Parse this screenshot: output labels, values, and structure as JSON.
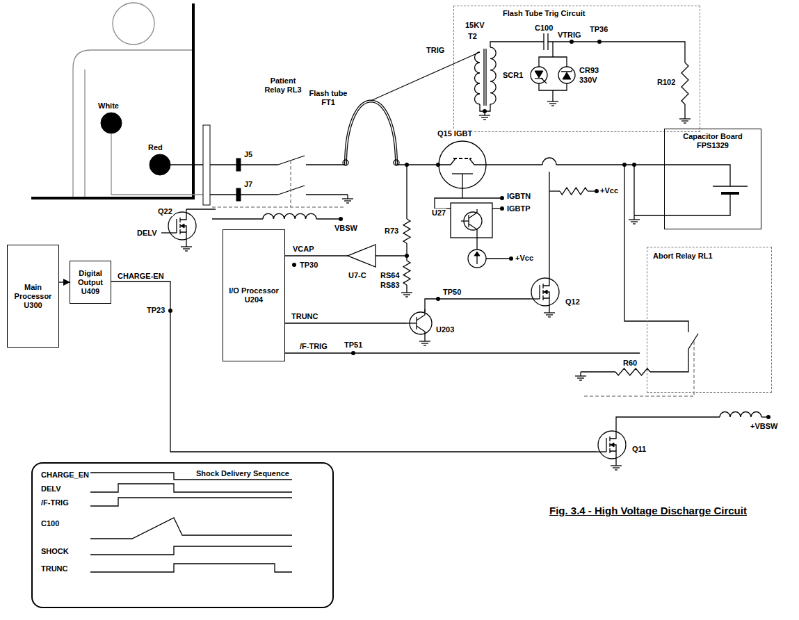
{
  "diagram": {
    "caption": "Fig. 3.4 - High Voltage Discharge Circuit",
    "nodes": [
      {
        "text": [
          "Flash Tube Trig Circuit"
        ]
      },
      {
        "text": [
          "Capacitor Board FPS1329"
        ]
      },
      {
        "text": [
          "Main Processor U300"
        ]
      },
      {
        "text": [
          "Digital Output U409"
        ]
      },
      {
        "text": [
          "I/O Processor U204"
        ]
      },
      {
        "text": [
          "Abort Relay RL1"
        ]
      },
      {
        "text": [
          "Shock Delivery Sequence",
          "CHARGE_EN",
          "DELV",
          "/F-TRIG",
          "C100",
          "SHOCK",
          "TRUNC"
        ]
      }
    ],
    "edges": [
      {
        "from": 2,
        "to": 3,
        "arrow": "to"
      }
    ],
    "labels": [
      "White",
      "Red",
      "J5",
      "J7",
      "Patient Relay RL3",
      "VBSW",
      "Flash tube FT1",
      "TRIG",
      "15KV",
      "T2",
      "C100",
      "VTRIG",
      "TP36",
      "SCR1",
      "CR93",
      "330V",
      "R102",
      "Q15 IGBT",
      "IGBTN",
      "IGBTP",
      "U27",
      "+Vcc",
      "+Vcc",
      "Q22",
      "DELV",
      "CHARGE-EN",
      "VCAP",
      "TP30",
      "U7-C",
      "R73",
      "RS64",
      "RS83",
      "TP50",
      "Q12",
      "TRUNC",
      "U203",
      "TP23",
      "TP51",
      "/F-TRIG",
      "R60",
      "+VBSW",
      "Q11"
    ]
  }
}
